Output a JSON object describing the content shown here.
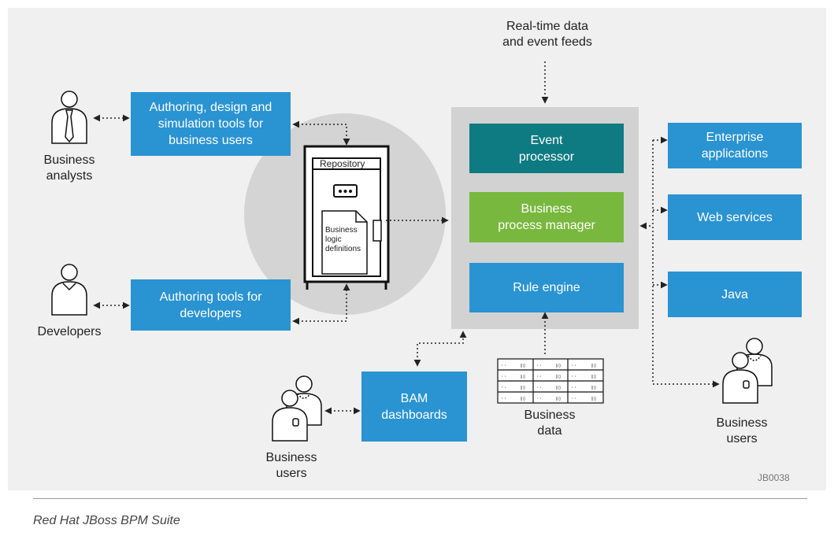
{
  "nodes": {
    "authoring_business": "Authoring, design and\nsimulation tools for\nbusiness users",
    "authoring_dev": "Authoring tools for\ndevelopers",
    "event_processor": "Event\nprocessor",
    "bpm": "Business\nprocess manager",
    "rule_engine": "Rule engine",
    "enterprise_apps": "Enterprise\napplications",
    "web_services": "Web services",
    "java": "Java",
    "bam": "BAM\ndashboards"
  },
  "labels": {
    "realtime": "Real-time data\nand event feeds",
    "analysts": "Business\nanalysts",
    "developers": "Developers",
    "users_bottom": "Business\nusers",
    "users_right": "Business\nusers",
    "business_data": "Business\ndata",
    "repository": "Repository",
    "logic_defs": "Business\nlogic\ndefinitions"
  },
  "code": "JB0038",
  "caption": "Red Hat JBoss BPM Suite",
  "colors": {
    "blue": "#2a93d1",
    "teal": "#0e7a82",
    "green": "#79b83e",
    "panel": "#f0f0f0",
    "engine_bg": "#d2d2d2",
    "circle": "#d4d4d4"
  }
}
